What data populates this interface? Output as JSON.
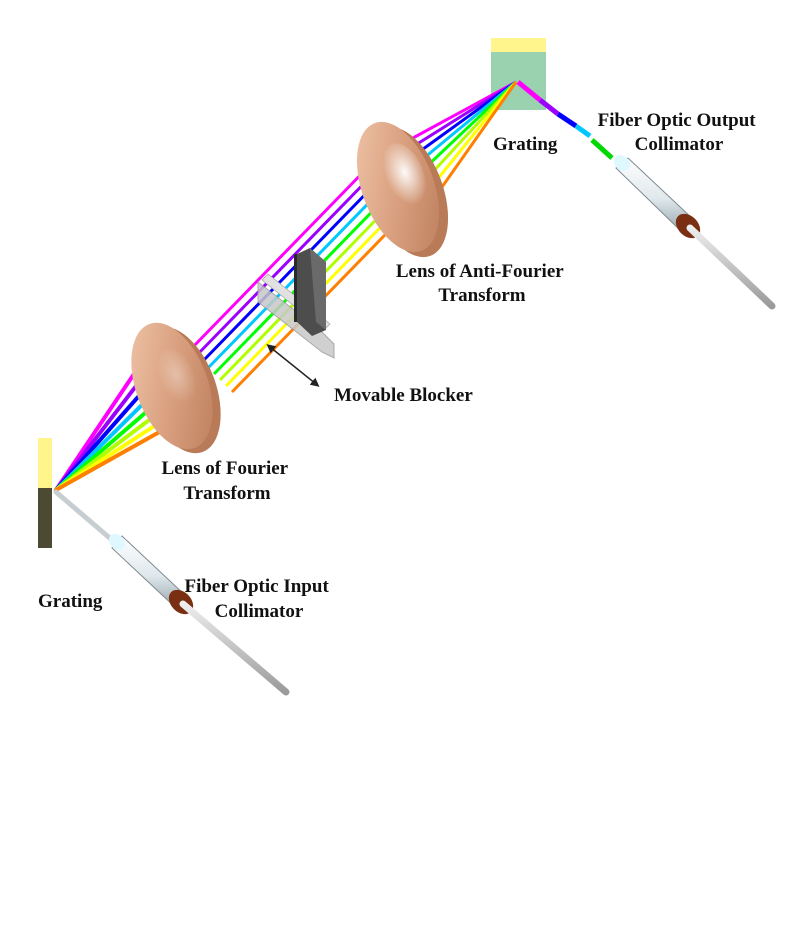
{
  "labels": {
    "grating_top": "Grating",
    "output_collimator_1": "Fiber Optic Output",
    "output_collimator_2": "Collimator",
    "anti_lens_1": "Lens of Anti-Fourier",
    "anti_lens_2": "Transform",
    "blocker": "Movable Blocker",
    "fourier_lens_1": "Lens of Fourier",
    "fourier_lens_2": "Transform",
    "grating_left": "Grating",
    "input_collimator_1": "Fiber Optic Input",
    "input_collimator_2": "Collimator"
  },
  "colors": {
    "spectrum": [
      "#ff00ff",
      "#9b00ff",
      "#0000ff",
      "#00c8ff",
      "#00ff00",
      "#b0ff00",
      "#ffff00",
      "#ff8000"
    ],
    "lens": "#d9a07f",
    "grating_top": "#9ad1ae",
    "grating_cap": "#fff58c",
    "grating_left": "#4c4a32",
    "blocker": "#4d4d4d",
    "collimator_ring": "#7a2e12",
    "fiber": "#c9c9c9"
  }
}
